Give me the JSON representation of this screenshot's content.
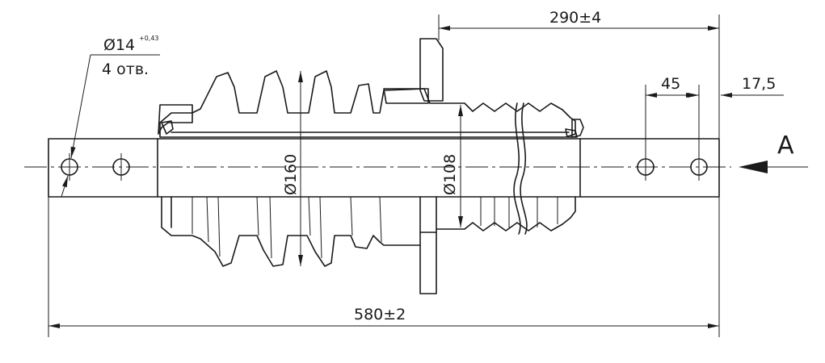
{
  "drawing": {
    "dimensions": {
      "hole_diameter": "Ø14",
      "hole_tolerance": "+0,43",
      "hole_count": "4 отв.",
      "flange_distance": "290±4",
      "hole_spacing": "45",
      "edge_offset": "17,5",
      "shed_diameter": "Ø160",
      "core_diameter": "Ø108",
      "total_length": "580±2"
    },
    "view_label": "A",
    "colors": {
      "line": "#1a1a1a",
      "background": "#ffffff"
    }
  }
}
